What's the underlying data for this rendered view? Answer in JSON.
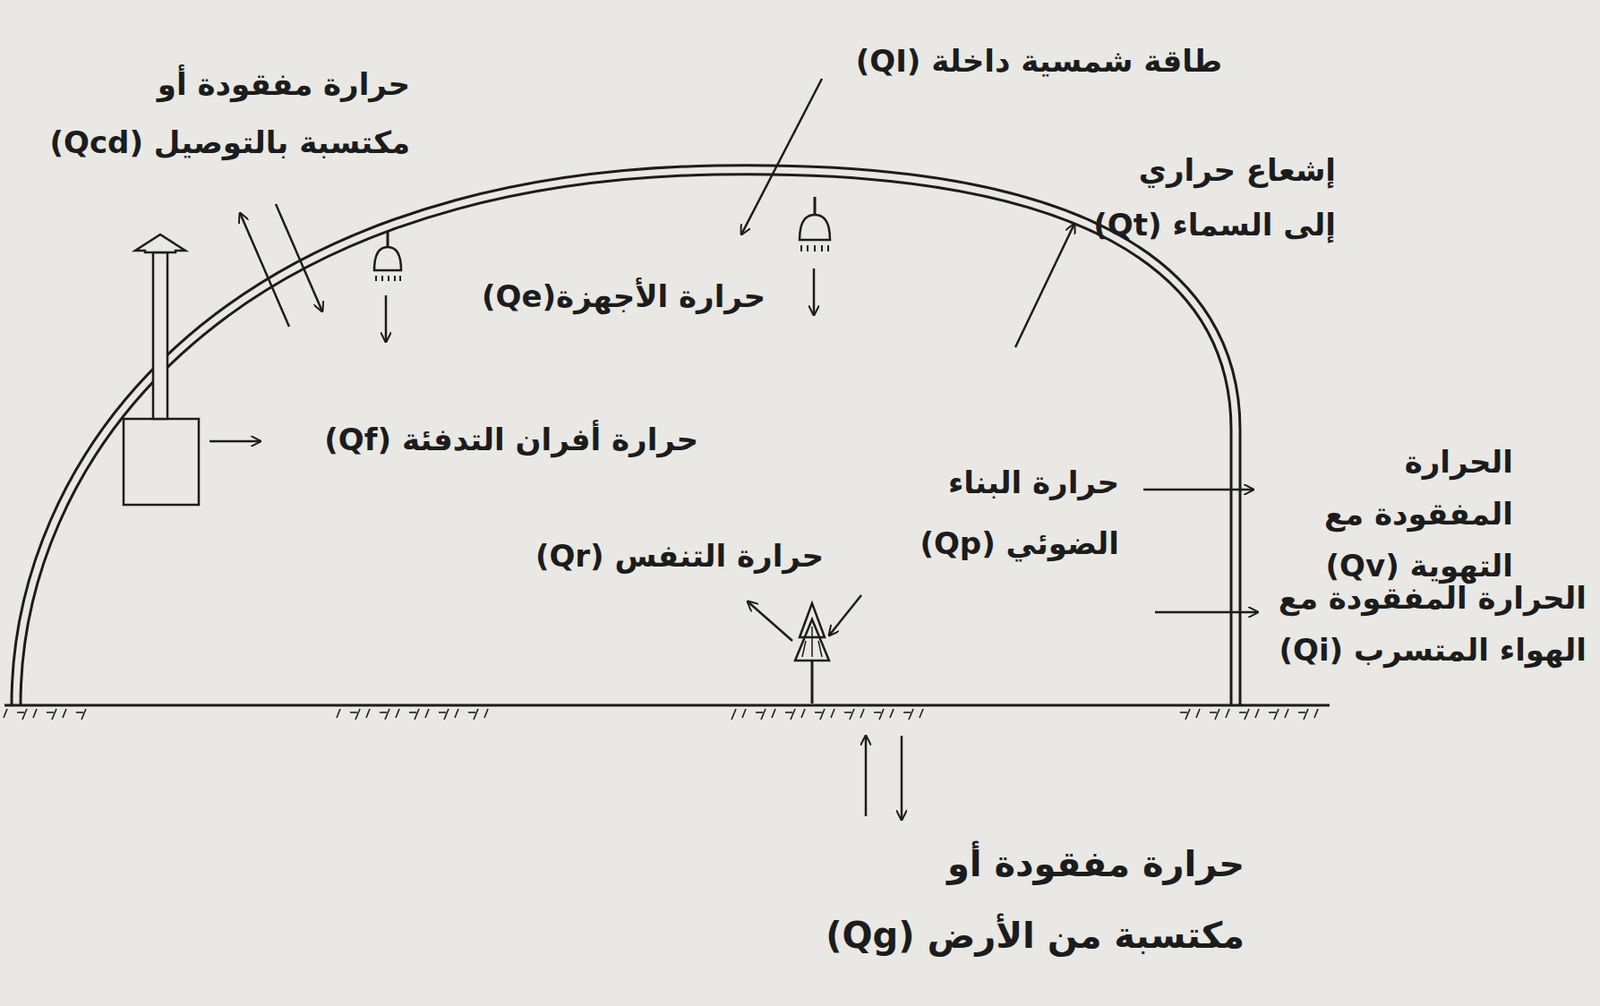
{
  "diagram": {
    "labels": [
      "طاقة شمسية داخلة (QI)",
      "إشعاع حراري إلى السماء (Qt)",
      "حرارة مفقودة أو مكتسبة بالتوصيل (Qcd)",
      "حرارة الأجهزة(Qe)",
      "حرارة أفران التدفئة (Qf)",
      "حرارة البناء الضوئي (Qp)",
      "حرارة التنفس (Qr)",
      "الحرارة المفقودة مع التهوية (Qv)",
      "الحرارة المفقودة مع الهواء المتسرب (Qi)",
      "حرارة مفقودة أو مكتسبة من الأرض (Qg)"
    ]
  }
}
